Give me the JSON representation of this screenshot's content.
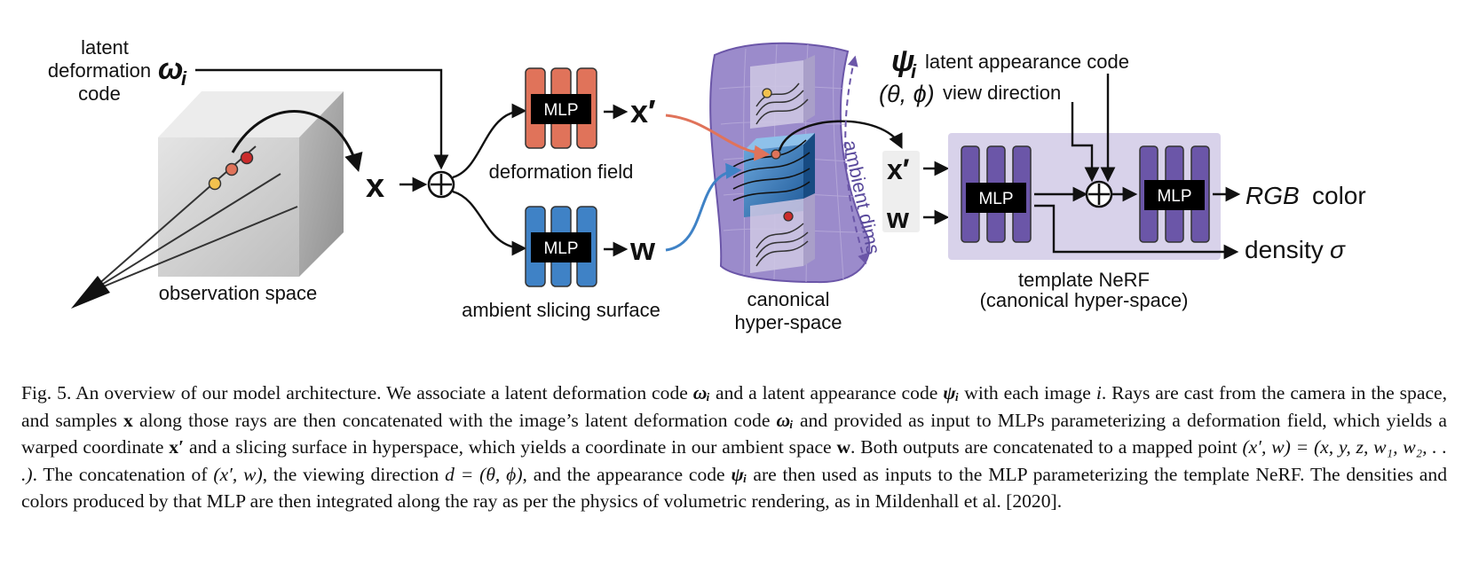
{
  "figure": {
    "latent_deformation_code": {
      "label_lines": [
        "latent",
        "deformation",
        "code"
      ],
      "symbol": "ω",
      "subscript": "i"
    },
    "observation_space": "observation space",
    "input_symbol": "x",
    "mlp_label": "MLP",
    "deformation_field": {
      "label": "deformation field",
      "output": "x′"
    },
    "ambient_slicing_surface": {
      "label": "ambient slicing surface",
      "output": "w"
    },
    "canonical_hyper_space": {
      "label_lines": [
        "canonical",
        "hyper-space"
      ],
      "ambient_dims": "ambient dims"
    },
    "template_inputs": {
      "x": "x′",
      "w": "w"
    },
    "latent_appearance_code": {
      "symbol": "ψ",
      "subscript": "i",
      "label": "latent appearance code"
    },
    "view_direction": {
      "symbol": "(θ, ϕ)",
      "label": "view direction"
    },
    "outputs": {
      "rgb": "RGB",
      "rgb_suffix": "color",
      "density": "density",
      "density_symbol": "σ"
    },
    "template_nerf": {
      "label": "template NeRF",
      "sublabel": "(canonical hyper-space)"
    },
    "colors": {
      "deformation_mlp": "#e0735a",
      "slicing_mlp": "#3f82c6",
      "nerf_mlp": "#6b56a8",
      "nerf_panel": "#d8d2ea",
      "hyperspace_blob": "#9b8bcb",
      "sample_yellow": "#f2c14e",
      "sample_orange": "#e0735a",
      "sample_red": "#cc2b2b"
    }
  },
  "caption": {
    "p1": "Fig. 5.  An overview of our model architecture. We associate a latent deformation code ",
    "p2": " and a latent appearance code ",
    "p3": " with each image ",
    "p4": ". Rays are cast from the camera in the space, and samples ",
    "p5": " along those rays are then concatenated with the image’s latent deformation code ",
    "p6": " and provided as input to MLPs parameterizing a deformation field, which yields a warped coordinate ",
    "p7": " and a slicing surface in hyperspace, which yields a coordinate in our ambient space ",
    "p8": ". Both outputs are concatenated to a mapped point ",
    "p9": ". The concatenation of ",
    "p10": ", the viewing direction ",
    "p11": ", and the appearance code ",
    "p12": " are then used as inputs to the MLP parameterizing the template NeRF. The densities and colors produced by that MLP are then integrated along the ray as per the physics of volumetric rendering, as in Mildenhall et al. [2020].",
    "omega_i": "ωᵢ",
    "psi_i": "ψᵢ",
    "i": "i",
    "x": "x",
    "x_prime": "x′",
    "w": "w",
    "mapped_point": "(x′, w) = (x, y, z, w₁, w₂, . . .)",
    "pair": "(x′, w)",
    "view_dir": "d = (θ, ϕ)"
  }
}
